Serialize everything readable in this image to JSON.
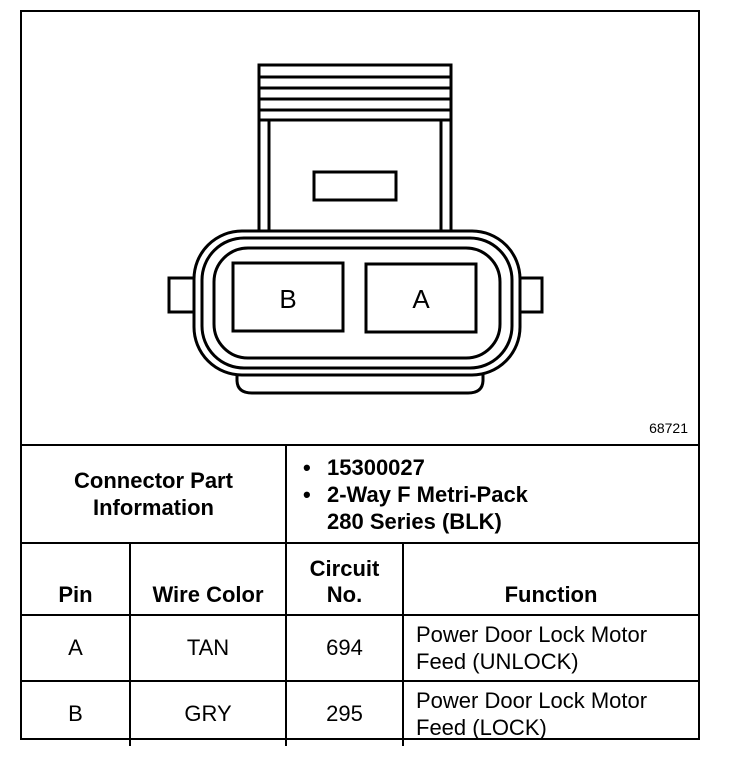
{
  "diagram": {
    "pin_b_label": "B",
    "pin_a_label": "A",
    "figure_id": "68721"
  },
  "connector_info": {
    "label_line1": "Connector Part",
    "label_line2": "Information",
    "part_number": "15300027",
    "description_line1": "2-Way F Metri-Pack",
    "description_line2": "280 Series (BLK)"
  },
  "table": {
    "headers": {
      "pin": "Pin",
      "wire_color": "Wire Color",
      "circuit_line1": "Circuit",
      "circuit_line2": "No.",
      "function": "Function"
    },
    "rows": [
      {
        "pin": "A",
        "wire_color": "TAN",
        "circuit": "694",
        "function_line1": "Power Door Lock Motor",
        "function_line2": "Feed (UNLOCK)"
      },
      {
        "pin": "B",
        "wire_color": "GRY",
        "circuit": "295",
        "function_line1": "Power Door Lock Motor",
        "function_line2": "Feed (LOCK)"
      }
    ]
  }
}
